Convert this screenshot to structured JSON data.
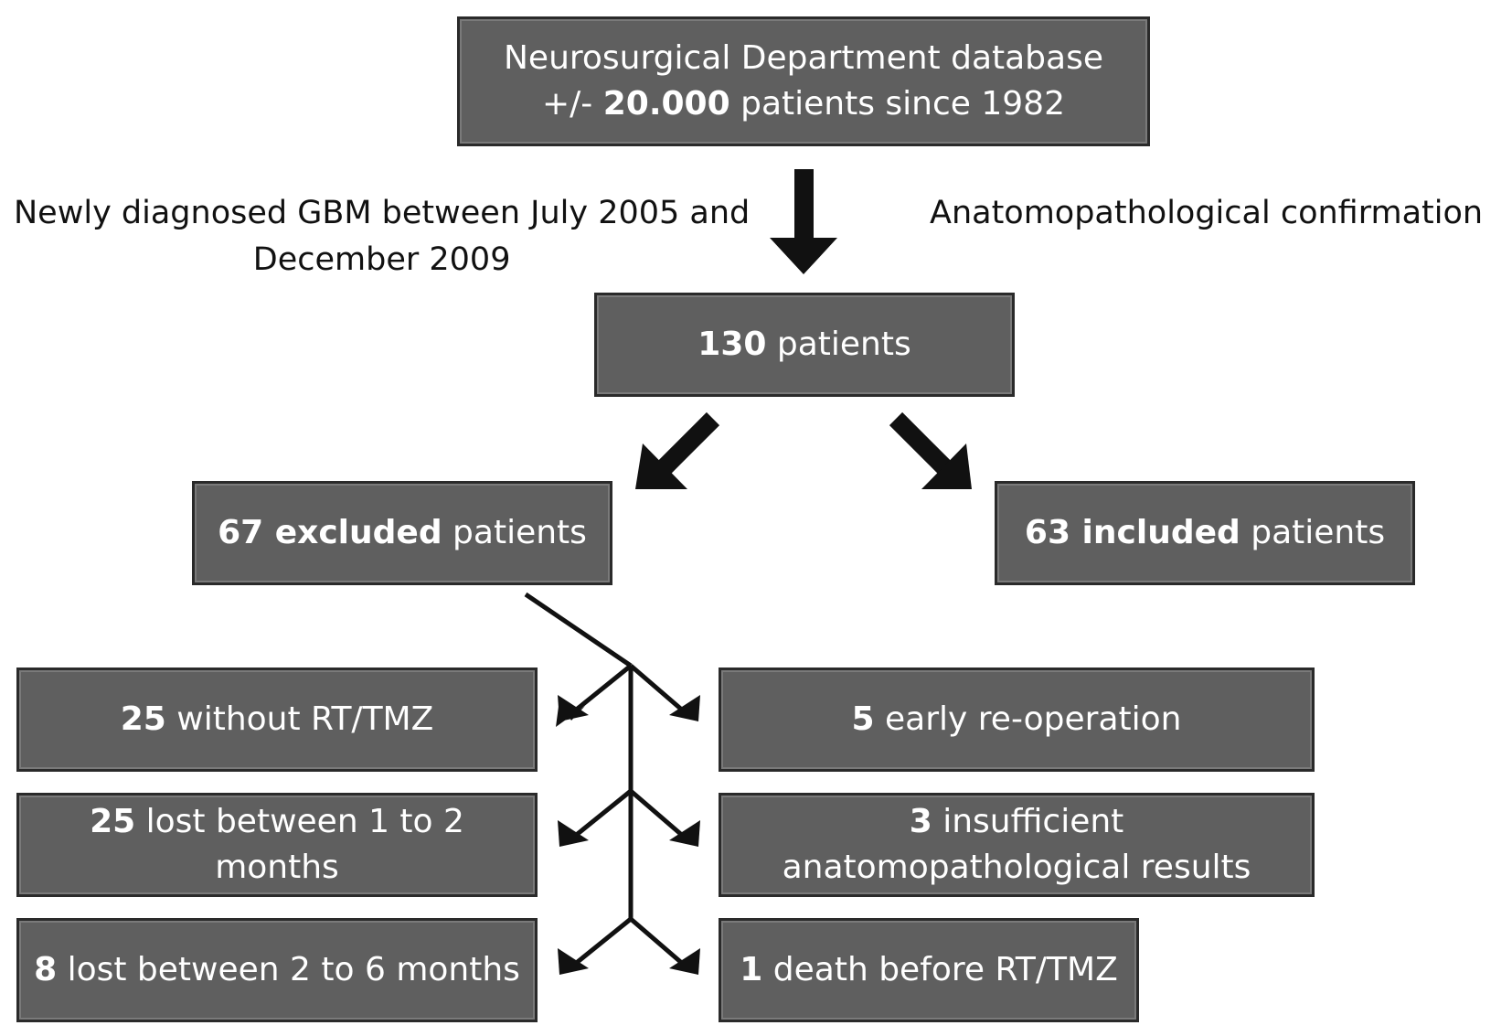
{
  "top_box": {
    "line1": "Neurosurgical Department database",
    "line2_prefix": "+/- ",
    "line2_num": "20.000",
    "line2_suffix": " patients since 1982"
  },
  "left_label": {
    "line1": "Newly diagnosed GBM between July 2005 and",
    "line2": "December 2009"
  },
  "right_label": "Anatomopathological confirmation",
  "total_box": {
    "num": "130",
    "text": " patients"
  },
  "excluded_box": {
    "num": "67",
    "em": " excluded",
    "text": " patients"
  },
  "included_box": {
    "num": "63",
    "em": " included",
    "text": " patients"
  },
  "reasons_left": [
    {
      "num": "25",
      "line1": " without RT/TMZ",
      "line2": ""
    },
    {
      "num": "25",
      "line1": " lost between 1 to 2",
      "line2": "months"
    },
    {
      "num": "8",
      "line1": " lost between 2 to 6 months",
      "line2": ""
    }
  ],
  "reasons_right": [
    {
      "num": "5",
      "line1": " early re-operation",
      "line2": ""
    },
    {
      "num": "3",
      "line1": " insufficient",
      "line2": "anatomopathological results"
    },
    {
      "num": "1",
      "line1": " death before RT/TMZ",
      "line2": ""
    }
  ],
  "colors": {
    "box_fill": "#5f5f5f",
    "box_border": "#2a2a2a",
    "box_text": "#ffffff",
    "arrow": "#111111"
  }
}
